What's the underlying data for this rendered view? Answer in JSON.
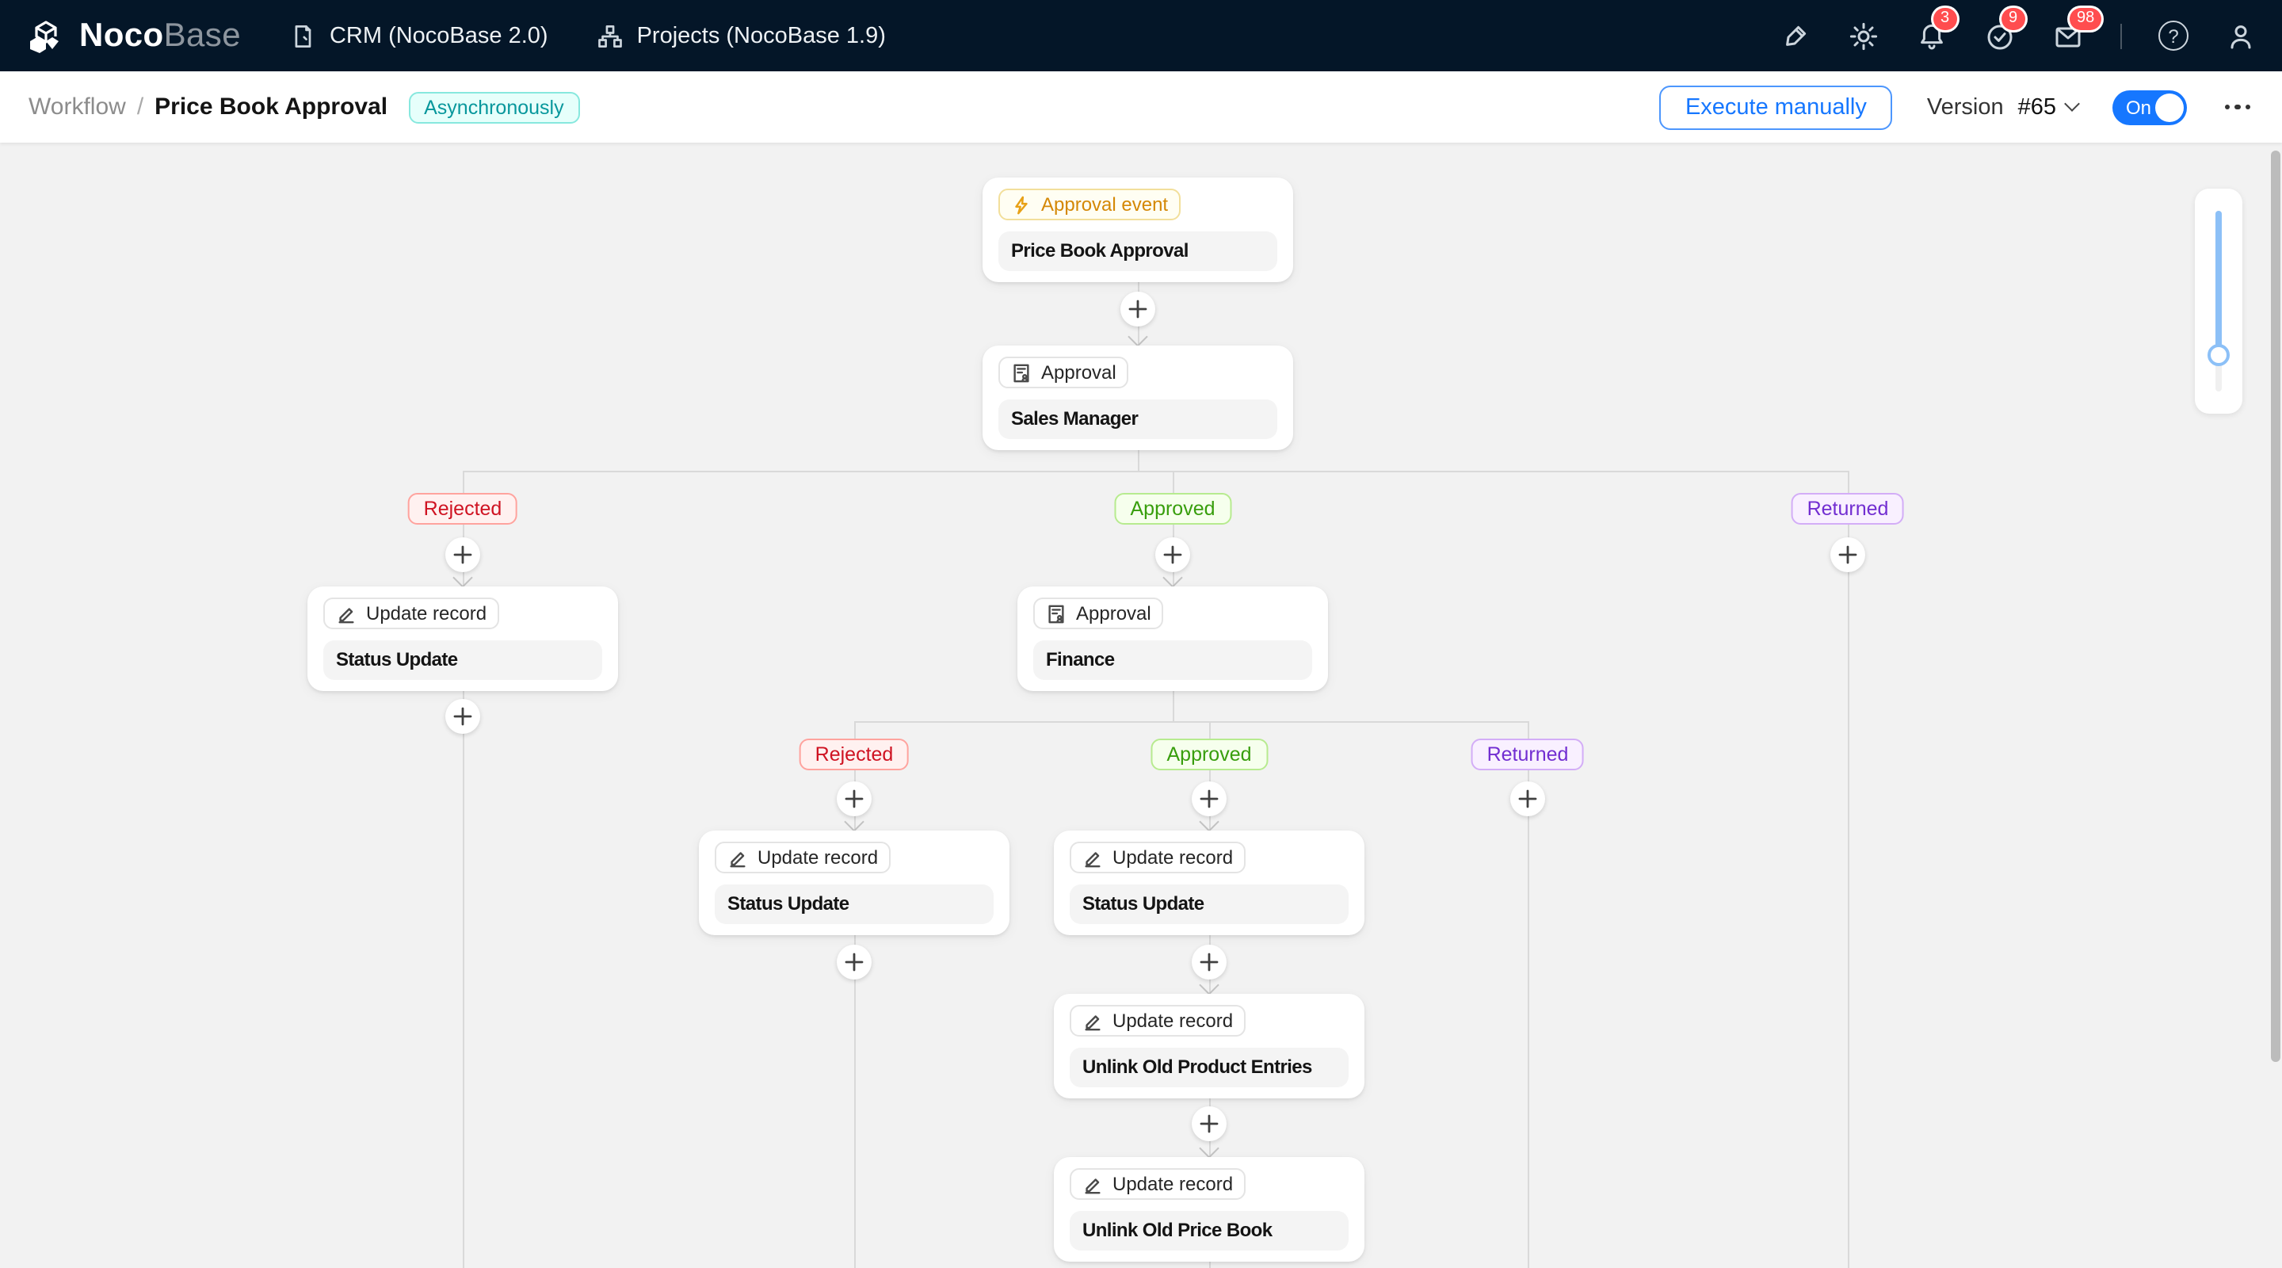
{
  "colors": {
    "header_bg": "#041628",
    "accent_blue": "#1677ff",
    "badge_red": "#ff4d4f",
    "async_tag_text": "#08979c",
    "event_tag_text": "#d48806",
    "branch_rejected": "#cf1322",
    "branch_approved": "#389e0d",
    "branch_returned": "#722ed1",
    "canvas_bg": "#f2f2f2"
  },
  "header": {
    "logo_bold": "Noco",
    "logo_light": "Base",
    "menu": [
      {
        "label": "CRM (NocoBase 2.0)",
        "icon": "file-icon"
      },
      {
        "label": "Projects (NocoBase 1.9)",
        "icon": "sitemap-icon"
      }
    ],
    "badges": {
      "notifications": "3",
      "todos": "9",
      "messages": "98"
    },
    "help_glyph": "?"
  },
  "toolbar": {
    "breadcrumb_section": "Workflow",
    "breadcrumb_separator": "/",
    "breadcrumb_current": "Price Book Approval",
    "mode_tag": "Asynchronously",
    "execute_button": "Execute manually",
    "version_label": "Version",
    "version_value": "#65",
    "toggle_on_label": "On"
  },
  "workflow": {
    "nodes": [
      {
        "tag": "Approval event",
        "title": "Price Book Approval"
      },
      {
        "tag": "Approval",
        "title": "Sales Manager"
      },
      {
        "tag": "Update record",
        "title": "Status Update"
      },
      {
        "tag": "Approval",
        "title": "Finance"
      },
      {
        "tag": "Update record",
        "title": "Status Update"
      },
      {
        "tag": "Update record",
        "title": "Status Update"
      },
      {
        "tag": "Update record",
        "title": "Unlink Old Product Entries"
      },
      {
        "tag": "Update record",
        "title": "Unlink Old Price Book"
      }
    ],
    "branch_rows": [
      {
        "labels": [
          "Rejected",
          "Approved",
          "Returned"
        ]
      },
      {
        "labels": [
          "Rejected",
          "Approved",
          "Returned"
        ]
      }
    ]
  }
}
